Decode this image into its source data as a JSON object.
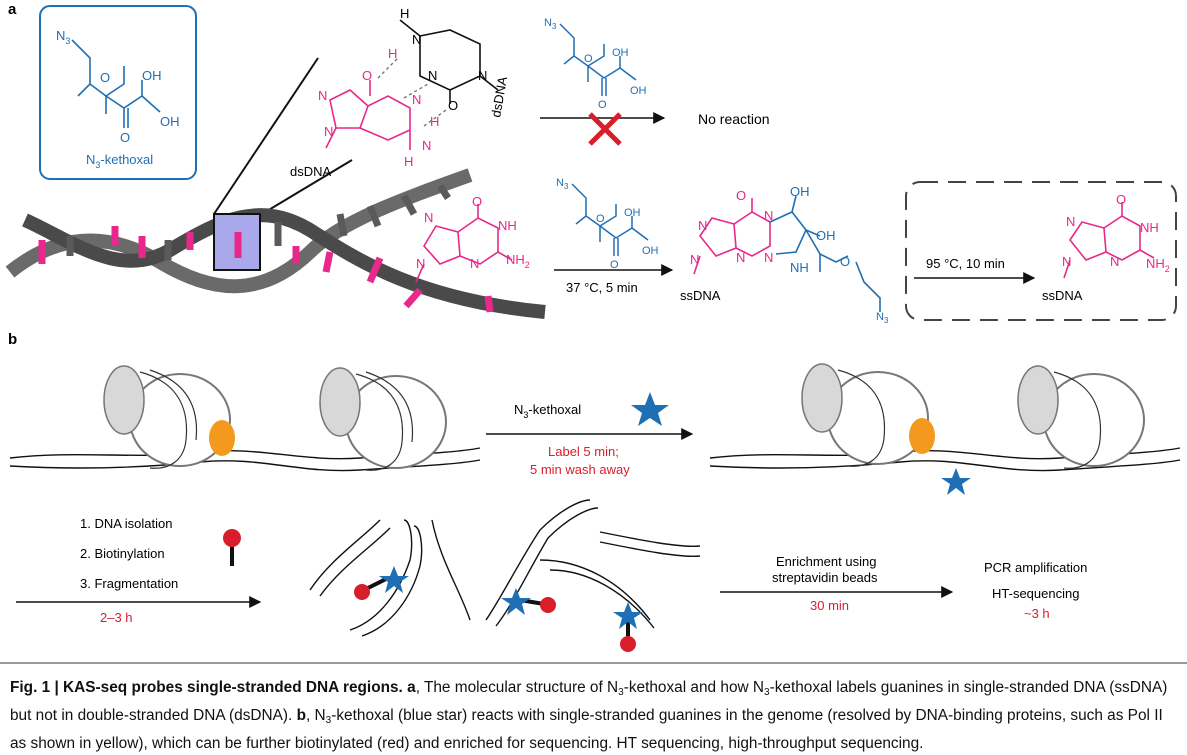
{
  "panel_labels": {
    "a": "a",
    "b": "b"
  },
  "colors": {
    "blue": "#1f6fb4",
    "pink": "#e8288a",
    "red": "#d81e2a",
    "orange": "#f39a1e",
    "star": "#1f6fb4",
    "gray": "#555555",
    "purple": "#a9a8ea"
  },
  "panel_a": {
    "reagent_box_label_prefix": "N",
    "reagent_box_label_sub": "3",
    "reagent_box_label_suffix": "-kethoxal",
    "atoms": {
      "N3_main": "N",
      "N3_sub": "3",
      "O": "O",
      "OH": "OH",
      "N": "N",
      "NH": "NH",
      "H": "H",
      "NH2_main": "NH",
      "NH2_sub": "2"
    },
    "dsDNA_label": "dsDNA",
    "ssDNA_label": "ssDNA",
    "no_reaction": "No reaction",
    "condition_1": "37 °C, 5 min",
    "condition_2": "95 °C, 10 min"
  },
  "panel_b": {
    "reagent_prefix": "N",
    "reagent_sub": "3",
    "reagent_suffix": "-kethoxal",
    "label_line1": "Label 5 min;",
    "label_line2": "5 min wash away",
    "steps": [
      "1. DNA isolation",
      "2. Biotinylation",
      "3. Fragmentation"
    ],
    "steps_time": "2–3 h",
    "enrich_line1": "Enrichment using",
    "enrich_line2": "streptavidin beads",
    "enrich_time": "30 min",
    "pcr": "PCR amplification",
    "ht": "HT-sequencing",
    "ht_time": "~3 h"
  },
  "caption": {
    "title": "Fig. 1 | KAS-seq probes single-stranded DNA regions.",
    "a_label": "a",
    "a_text1": ", The molecular structure of N",
    "sub3": "3",
    "a_text2": "-kethoxal and how N",
    "a_text3": "-kethoxal labels guanines in single-stranded DNA (ssDNA) but not in double-stranded DNA (dsDNA).",
    "b_label": "b",
    "b_text1": ", N",
    "b_text2": "-kethoxal (blue star) reacts with single-stranded guanines in the genome (resolved by DNA-binding proteins, such as Pol II as shown in yellow), which can be further biotinylated (red) and enriched for sequencing. HT sequencing, high-throughput sequencing."
  }
}
